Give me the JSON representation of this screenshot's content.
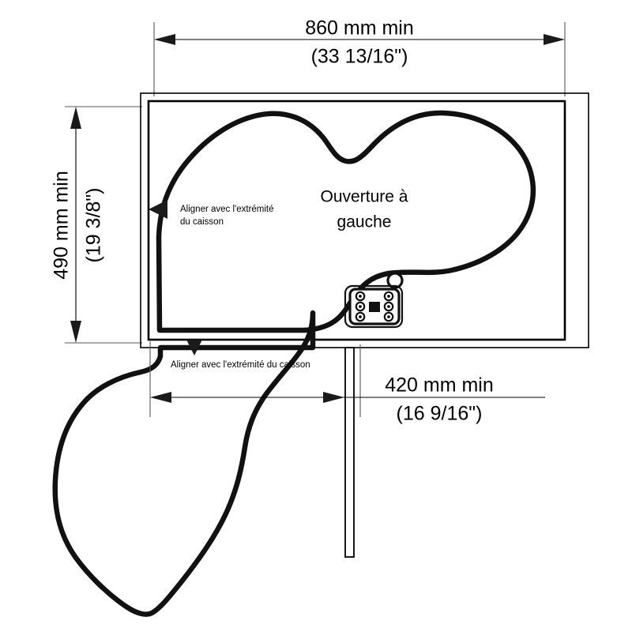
{
  "drawing": {
    "title_lines": [
      "Ouverture à",
      "gauche"
    ],
    "dimensions": {
      "width_top": {
        "metric": "860 mm min",
        "imperial": "(33 13/16\")"
      },
      "height_left": {
        "metric": "490 mm min",
        "imperial": "(19 3/8\")"
      },
      "width_bottom": {
        "metric": "420 mm min",
        "imperial": "(16 9/16\")"
      }
    },
    "annotations": {
      "upper_note_line1": "Aligner avec l'extrémité",
      "upper_note_line2": "du caisson",
      "lower_note": "Aligner avec l'extrémité du caisson"
    },
    "icons": {
      "upper_marker": "left-pointing-triangle-marker",
      "lower_marker": "down-pointing-triangle-marker",
      "hardware": "pivot-mounting-plate"
    },
    "colors": {
      "line": "#000000",
      "shelf": "#111111",
      "background": "#ffffff",
      "extension": "#555555"
    }
  }
}
